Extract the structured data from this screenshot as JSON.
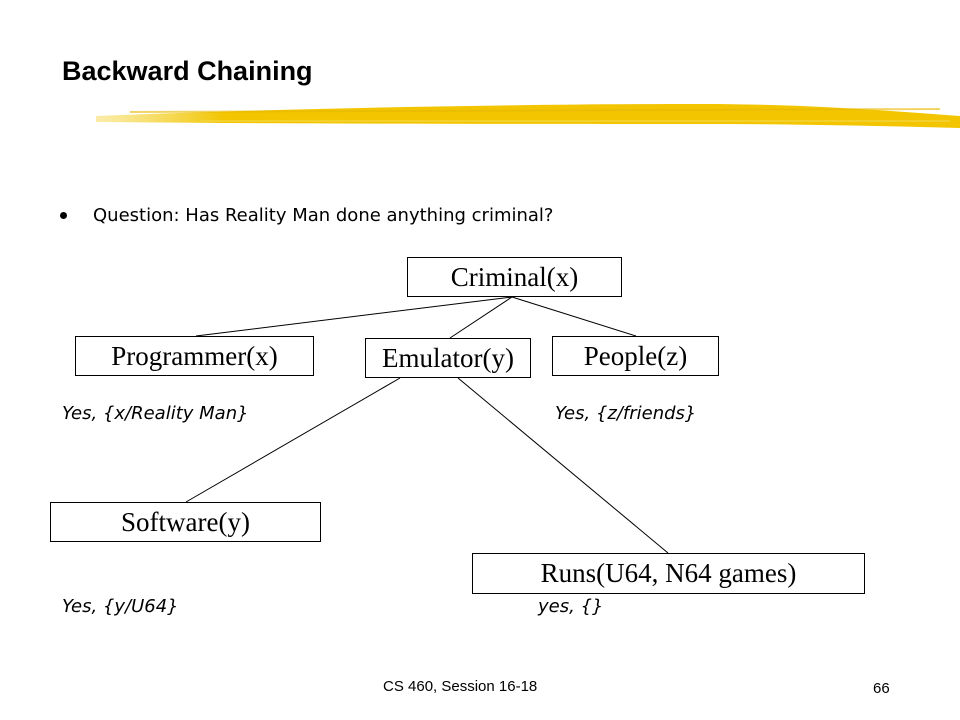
{
  "slide": {
    "title": "Backward Chaining",
    "accent_color": "#f2c500",
    "bullet": "Question:  Has Reality Man done anything criminal?",
    "nodes": {
      "criminal": "Criminal(x)",
      "programmer": "Programmer(x)",
      "emulator": "Emulator(y)",
      "people": "People(z)",
      "software": "Software(y)",
      "runs": "Runs(U64,  N64 games)"
    },
    "answers": {
      "programmer": "Yes, {x/Reality Man}",
      "people": "Yes, {z/friends}",
      "software": "Yes, {y/U64}",
      "runs": "yes, {}"
    },
    "footer": "CS 460,  Session 16-18",
    "page_number": "66"
  }
}
